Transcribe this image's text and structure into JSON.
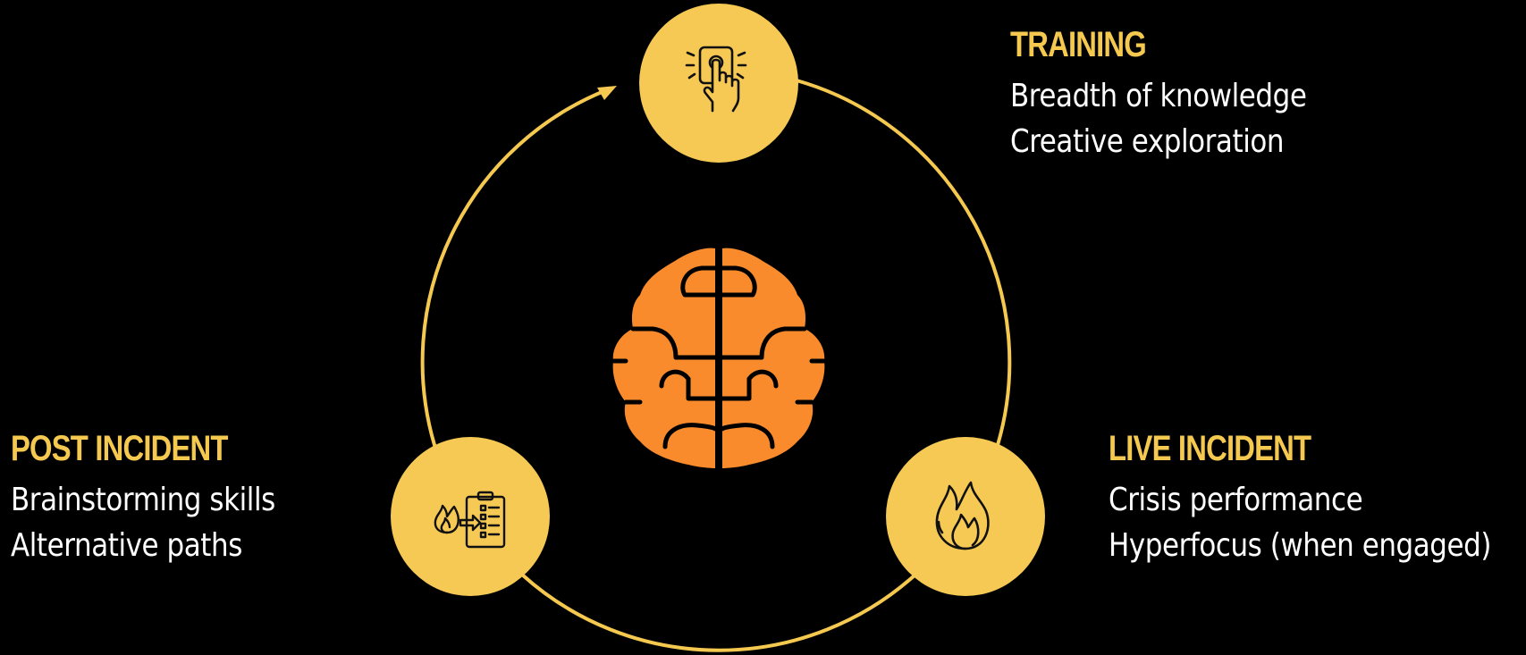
{
  "colors": {
    "background": "#000000",
    "accent": "#f5c94f",
    "node_fill": "#f5c954",
    "brain": "#f98b2c",
    "text": "#ffffff"
  },
  "center": {
    "icon": "brain-icon"
  },
  "stages": [
    {
      "id": "training",
      "title": "TRAINING",
      "lines": [
        "Breadth of knowledge",
        "Creative exploration"
      ],
      "icon": "touch-tap-icon"
    },
    {
      "id": "live",
      "title": "LIVE INCIDENT",
      "lines": [
        "Crisis performance",
        "Hyperfocus (when engaged)"
      ],
      "icon": "fire-icon"
    },
    {
      "id": "post",
      "title": "POST INCIDENT",
      "lines": [
        "Brainstorming skills",
        "Alternative paths"
      ],
      "icon": "fire-checklist-icon"
    }
  ]
}
